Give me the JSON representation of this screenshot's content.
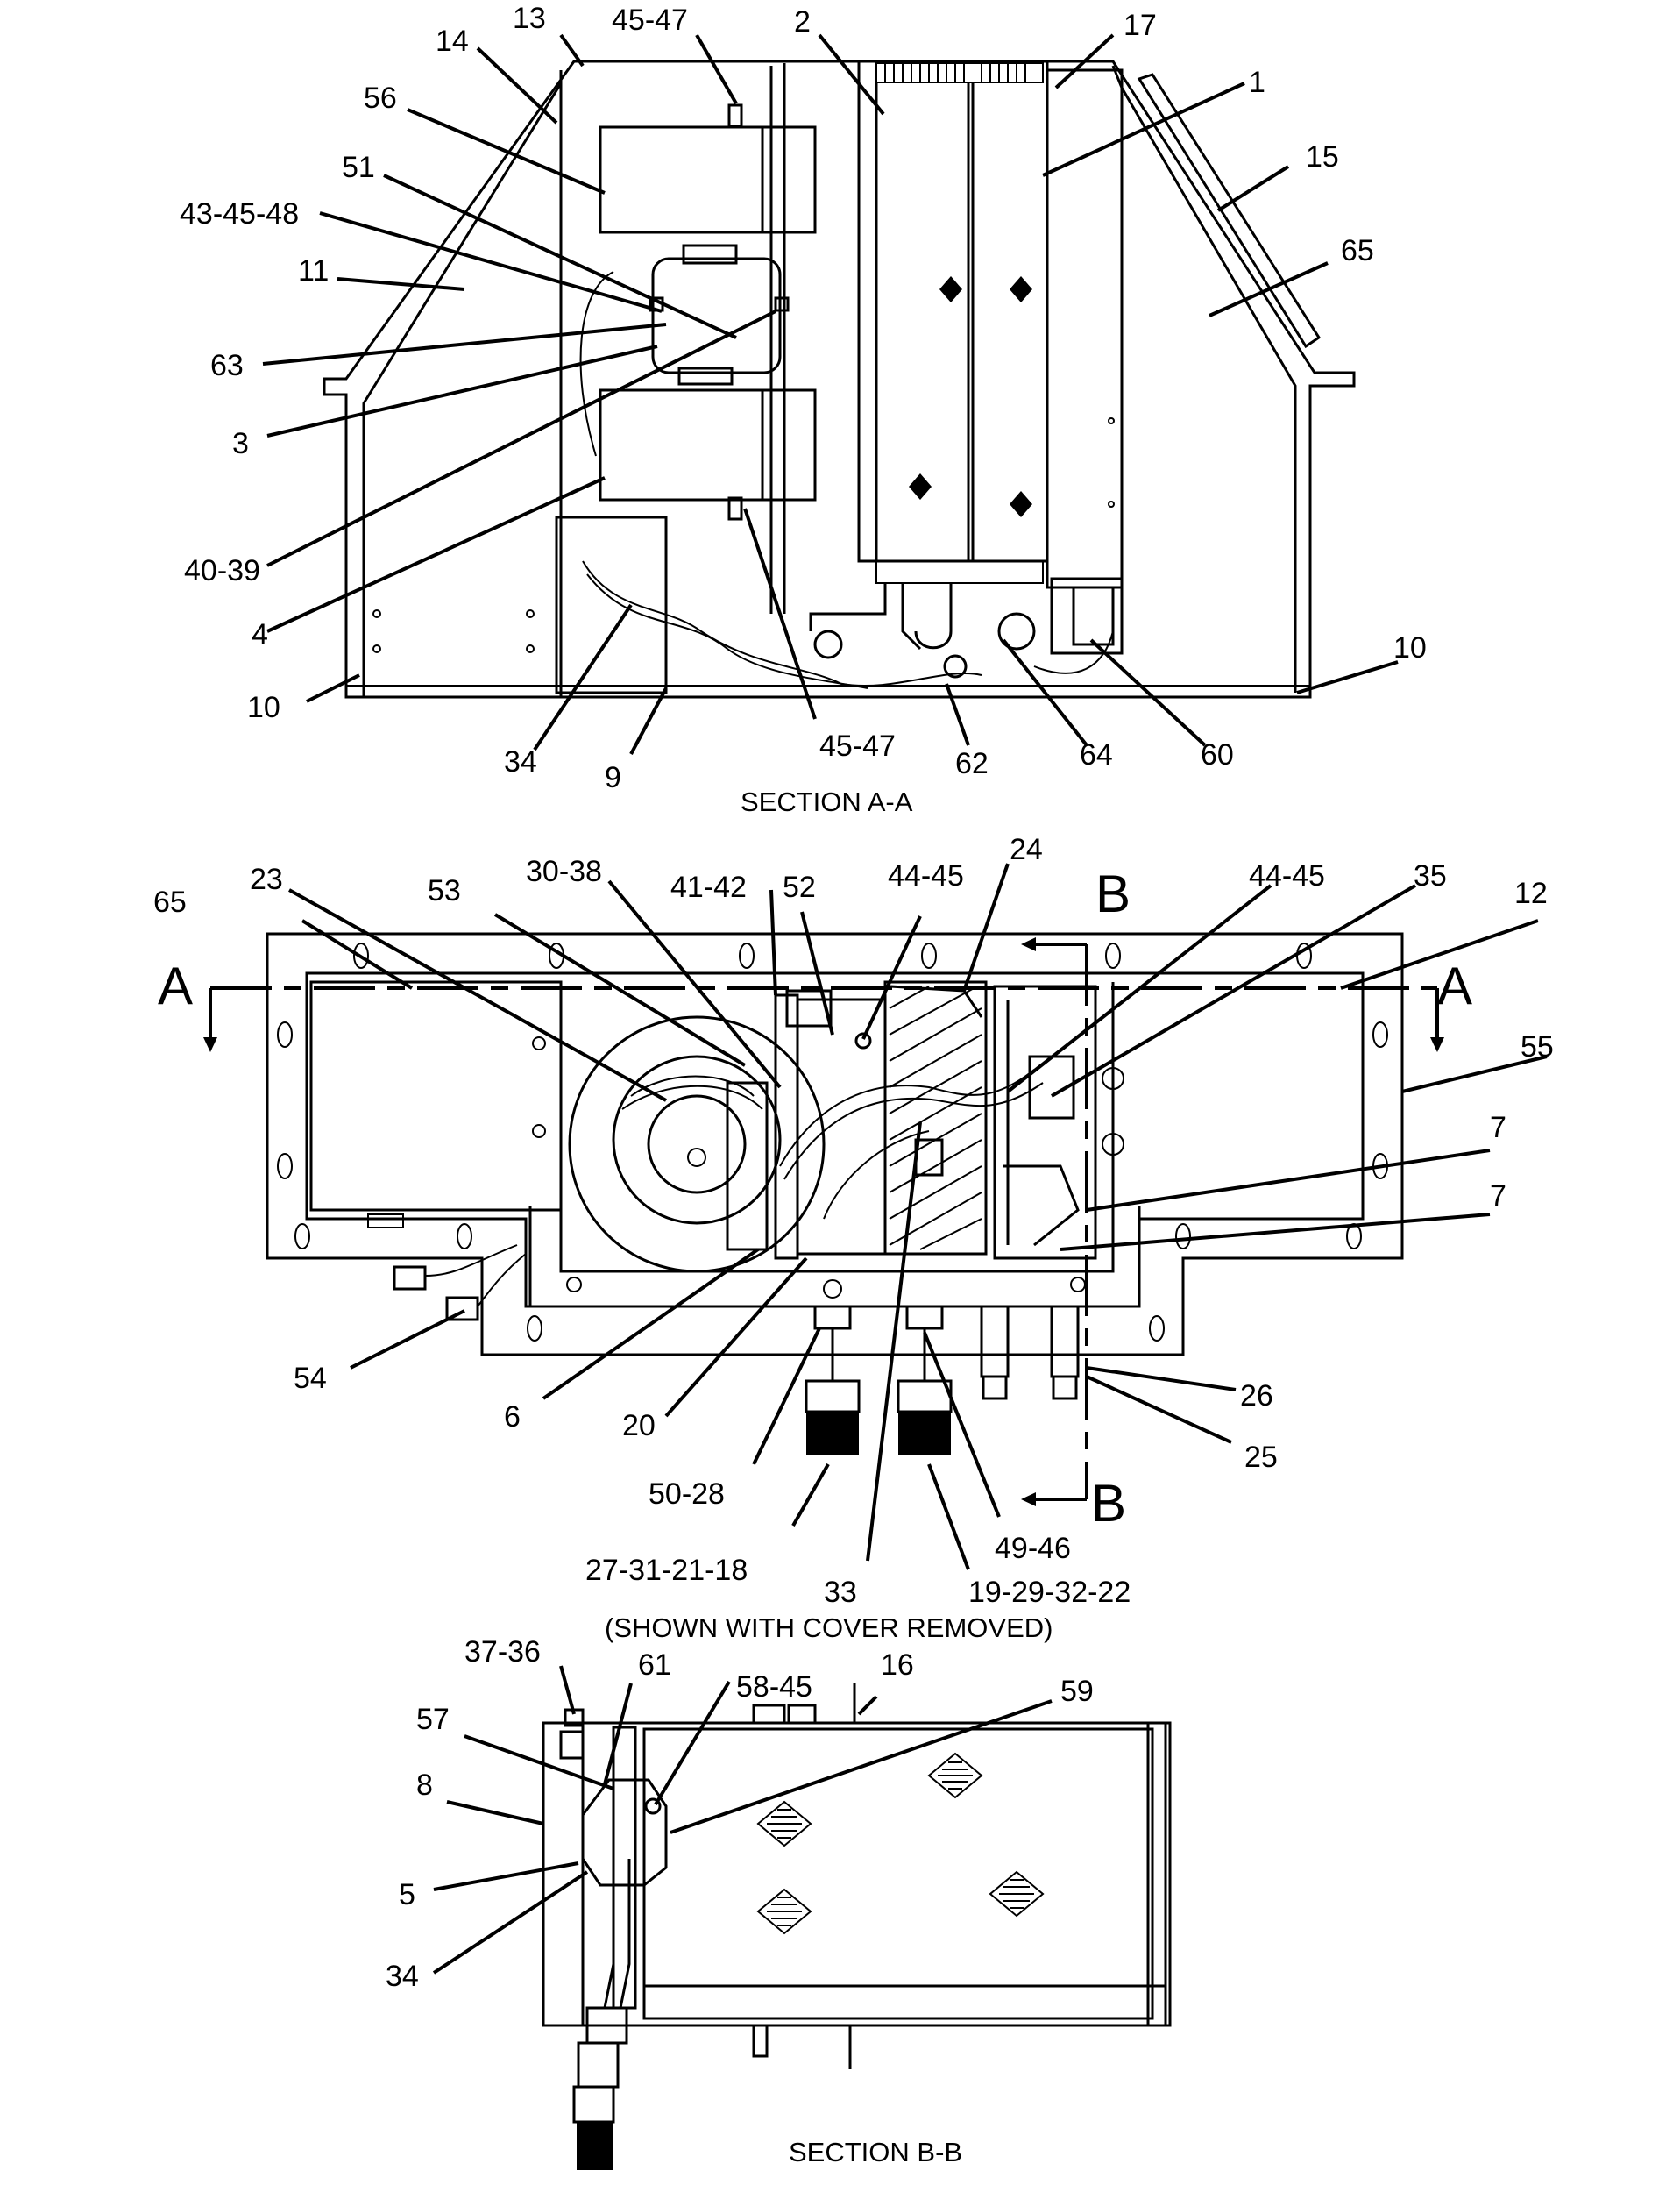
{
  "sections": {
    "a": "SECTION A-A",
    "note": "(SHOWN WITH COVER REMOVED)",
    "b": "SECTION B-B"
  },
  "markers": {
    "a_left": "A",
    "a_right": "A",
    "b_top": "B",
    "b_bottom": "B"
  },
  "callouts": {
    "sa": [
      "13",
      "45-47",
      "2",
      "17",
      "14",
      "1",
      "56",
      "15",
      "51",
      "43-45-48",
      "65",
      "11",
      "63",
      "3",
      "40-39",
      "4",
      "10",
      "10",
      "34",
      "9",
      "45-47",
      "62",
      "64",
      "60"
    ],
    "pv": [
      "24",
      "23",
      "30-38",
      "41-42",
      "52",
      "44-45",
      "44-45",
      "35",
      "65",
      "53",
      "12",
      "55",
      "7",
      "7",
      "54",
      "6",
      "20",
      "26",
      "25",
      "50-28",
      "49-46",
      "27-31-21-18",
      "33",
      "19-29-32-22"
    ],
    "sb": [
      "37-36",
      "61",
      "58-45",
      "16",
      "57",
      "59",
      "8",
      "5",
      "34"
    ]
  }
}
